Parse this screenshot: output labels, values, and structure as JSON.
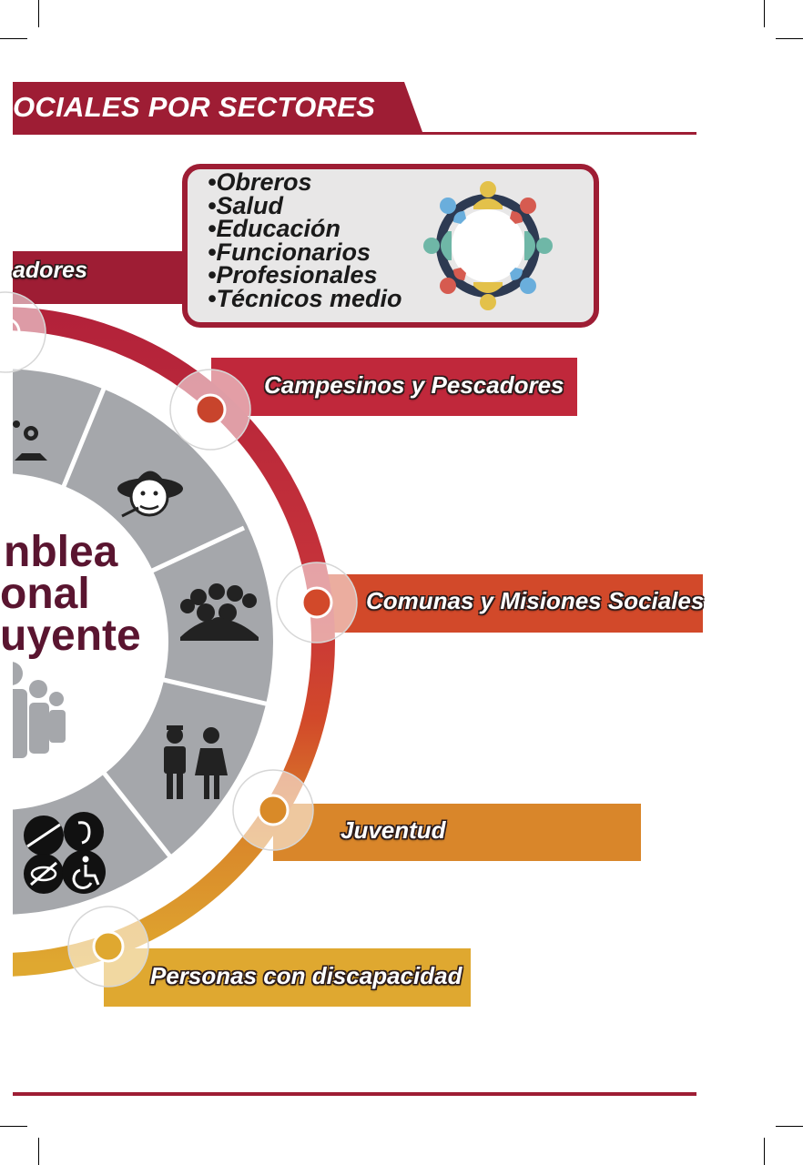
{
  "header": {
    "title": "OCIALES POR SECTORES"
  },
  "colors": {
    "title_red": "#9e1d34",
    "ring_red": "#c0283b",
    "ring_orange": "#d2492a",
    "ring_amber": "#d9862a",
    "ring_gold": "#dfa830",
    "panel_fill": "#e8e7e7",
    "panel_border": "#9e1d34",
    "segment_gray": "#a5a7ab",
    "center_text": "#5a1530"
  },
  "sectors_panel": {
    "items": [
      "•Obreros",
      "•Salud",
      "•Educación",
      "•Funcionarios",
      "•Profesionales",
      "•Técnicos medio"
    ]
  },
  "banners": {
    "trabajadores": "adores",
    "campesinos": "Campesinos y Pescadores",
    "comunas": "Comunas y Misiones Sociales",
    "juventud": "Juventud",
    "discapacidad": "Personas con discapacidad"
  },
  "center": {
    "line1": "nblea",
    "line2": "onal",
    "line3": "uyente"
  },
  "icons": [
    "workers-icon",
    "farmer-icon",
    "crowd-icon",
    "youth-icon",
    "disability-icon",
    "people-circle-icon"
  ]
}
